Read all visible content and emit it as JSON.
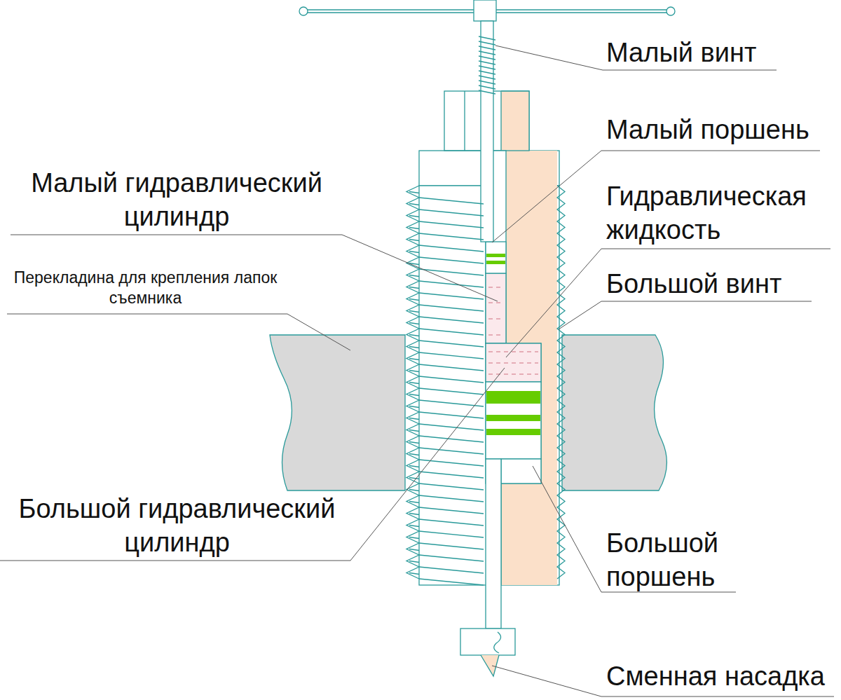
{
  "diagram": {
    "labels": [
      "Малый винт",
      "Малый поршень",
      "Гидравлическая жидкость",
      "Большой винт",
      "Малый гидравлический цилиндр",
      "Перекладина для крепления лапок съемника",
      "Большой гидравлический цилиндр",
      "Большой поршень",
      "Сменная насадка"
    ]
  }
}
